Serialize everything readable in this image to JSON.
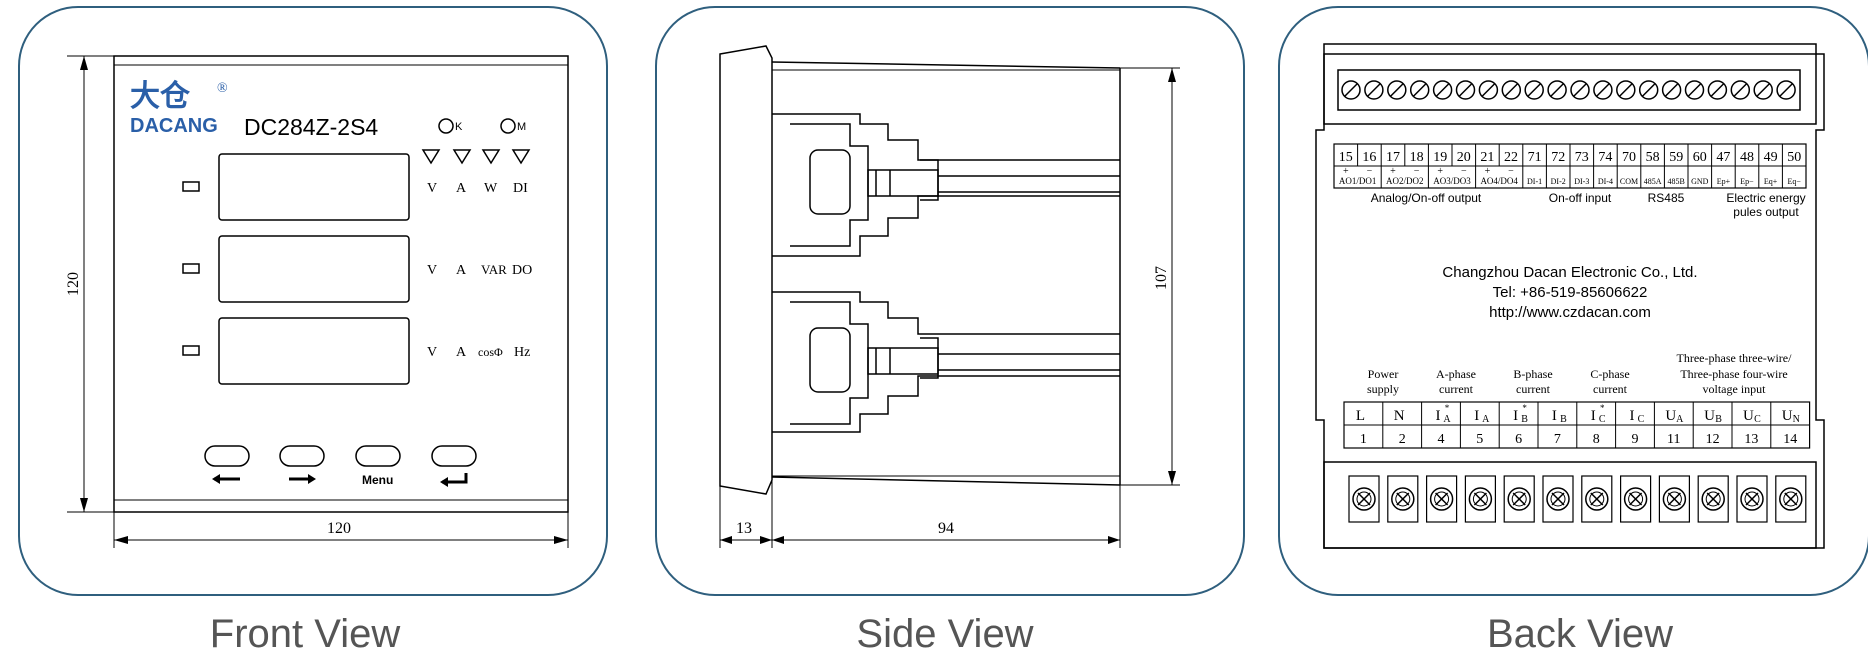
{
  "captions": {
    "front": "Front View",
    "side": "Side View",
    "back": "Back View"
  },
  "front": {
    "logo_chinese": "大仓",
    "logo_reg": "®",
    "logo_latin": "DACANG",
    "model": "DC284Z-2S4",
    "indicator_k": "K",
    "indicator_m": "M",
    "units_rows": [
      [
        "V",
        "A",
        "W",
        "DI"
      ],
      [
        "V",
        "A",
        "VAR",
        "DO"
      ],
      [
        "V",
        "A",
        "cosΦ",
        "Hz"
      ]
    ],
    "menu_label": "Menu",
    "dim_height": "120",
    "dim_width": "120"
  },
  "side": {
    "dim_depth_front": "13",
    "dim_depth_body": "94",
    "dim_height": "107"
  },
  "back": {
    "top_terminals": [
      "15",
      "16",
      "17",
      "18",
      "19",
      "20",
      "21",
      "22",
      "71",
      "72",
      "73",
      "74",
      "70",
      "58",
      "59",
      "60",
      "47",
      "48",
      "49",
      "50"
    ],
    "top_sublabels": [
      "AO1/DO1",
      "AO2/DO2",
      "AO3/DO3",
      "AO4/DO4",
      "DI-1",
      "DI-2",
      "DI-3",
      "DI-4",
      "COM",
      "485A",
      "485B",
      "GND",
      "Ep+",
      "Ep−",
      "Eq+",
      "Eq−"
    ],
    "top_signs": [
      "+",
      "−",
      "+",
      "−",
      "+",
      "−",
      "+",
      "−"
    ],
    "top_group_labels": [
      "Analog/On-off output",
      "On-off input",
      "RS485",
      "Electric energy",
      "pules output"
    ],
    "company": "Changzhou Dacan Electronic Co., Ltd.",
    "tel": "Tel: +86-519-85606622",
    "web": "http://www.czdacan.com",
    "bottom_group_labels": {
      "power": [
        "Power",
        "supply"
      ],
      "a_phase": [
        "A-phase",
        "current"
      ],
      "b_phase": [
        "B-phase",
        "current"
      ],
      "c_phase": [
        "C-phase",
        "current"
      ],
      "voltage": [
        "Three-phase three-wire/",
        "Three-phase four-wire",
        "voltage input"
      ]
    },
    "bottom_signals": [
      "L",
      "N",
      "I",
      "I",
      "I",
      "I",
      "I",
      "I",
      "U",
      "U",
      "U",
      "U"
    ],
    "bottom_subs": [
      "",
      "",
      "A",
      "A",
      "B",
      "B",
      "C",
      "C",
      "A",
      "B",
      "C",
      "N"
    ],
    "bottom_star": [
      false,
      false,
      true,
      false,
      true,
      false,
      true,
      false,
      false,
      false,
      false,
      false
    ],
    "bottom_numbers": [
      "1",
      "2",
      "4",
      "5",
      "6",
      "7",
      "8",
      "9",
      "11",
      "12",
      "13",
      "14"
    ]
  }
}
